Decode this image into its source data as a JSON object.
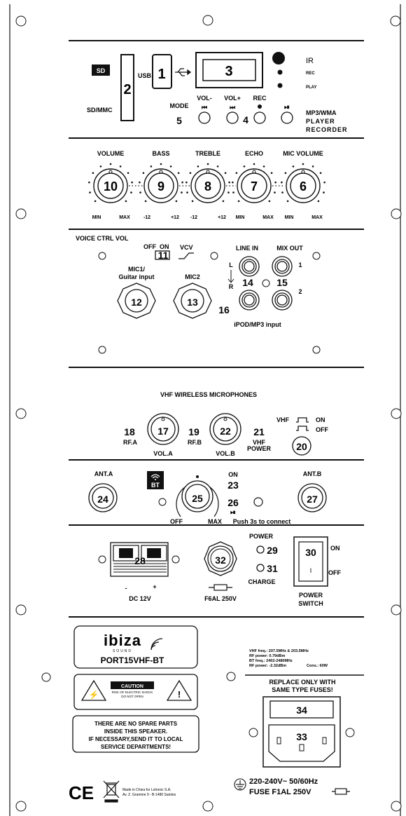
{
  "media": {
    "sd_badge": "SD",
    "sd_label": "SD/MMC",
    "usb_label": "USB",
    "slot_num": "2",
    "usb_num": "1",
    "display_num": "3",
    "ir_label": "IR",
    "rec_label": "REC",
    "play_label": "PLAY",
    "mode_label": "MODE",
    "mode_num": "5",
    "vol_minus": "VOL-",
    "vol_plus": "VOL+",
    "rec_btn_label": "REC",
    "buttons_num": "4",
    "player_title_1": "MP3/WMA",
    "player_title_2": "PLAYER",
    "player_title_3": "RECORDER"
  },
  "knobs": [
    {
      "name": "VOLUME",
      "num": "10",
      "min": "MIN",
      "max": "MAX"
    },
    {
      "name": "BASS",
      "num": "9",
      "min": "-12",
      "max": "+12"
    },
    {
      "name": "TREBLE",
      "num": "8",
      "min": "-12",
      "max": "+12"
    },
    {
      "name": "ECHO",
      "num": "7",
      "min": "MIN",
      "max": "MAX"
    },
    {
      "name": "MIC VOLUME",
      "num": "6",
      "min": "MIN",
      "max": "MAX"
    }
  ],
  "inputs": {
    "voice_ctrl": "VOICE CTRL VOL",
    "off": "OFF",
    "on": "ON",
    "vcv": "VCV",
    "switch_num": "11",
    "mic1_label_1": "MIC1/",
    "mic1_label_2": "Guitar input",
    "mic1_num": "12",
    "mic2_label": "MIC2",
    "mic2_num": "13",
    "line_in": "LINE IN",
    "mix_out": "MIX OUT",
    "l": "L",
    "r": "R",
    "one": "1",
    "two": "2",
    "line_num": "14",
    "mix_num": "15",
    "ipod_num": "16",
    "ipod_label": "iPOD/MP3 input"
  },
  "wireless": {
    "title": "VHF WIRELESS MICROPHONES",
    "rfa_num": "18",
    "rfa": "RF.A",
    "vola_num": "17",
    "vola": "VOL.A",
    "rfb_num": "19",
    "rfb": "RF.B",
    "volb_num": "22",
    "volb": "VOL.B",
    "power_num": "21",
    "vhf_power_1": "VHF",
    "vhf_power_2": "POWER",
    "vhf": "VHF",
    "on": "ON",
    "off": "OFF",
    "switch_num": "20"
  },
  "bt": {
    "anta": "ANT.A",
    "anta_num": "24",
    "badge": "BT",
    "knob_num": "25",
    "on": "ON",
    "on_num": "23",
    "play_num": "26",
    "off": "OFF",
    "max": "MAX",
    "push": "Push 3s to connect",
    "antb": "ANT.B",
    "antb_num": "27"
  },
  "power": {
    "dc_num": "28",
    "minus": "-",
    "plus": "+",
    "dc": "DC 12V",
    "fuse_num": "32",
    "fuse": "F6AL 250V",
    "power": "POWER",
    "power_num": "29",
    "charge_num": "31",
    "charge": "CHARGE",
    "switch_num": "30",
    "on": "ON",
    "off": "OFF",
    "switch_label_1": "POWER",
    "switch_label_2": "SWITCH",
    "switch_mark": "I"
  },
  "label_area": {
    "brand": "ibiza",
    "sound": "SOUND",
    "model": "PORT15VHF-BT",
    "caution": "CAUTION",
    "caution_sub_1": "RISK OF ELECTRIC SHOCK",
    "caution_sub_2": "DO NOT OPEN",
    "spare_1": "THERE ARE NO SPARE PARTS",
    "spare_2": "INSIDE THIS SPEAKER.",
    "spare_3": "IF NECESSARY,SEND IT TO LOCAL",
    "spare_4": "SERVICE DEPARTMENTS!",
    "spec_1": "VHF freq.: 207.5MHz & 203.5MHz",
    "spec_2": "RF power: 0.79dBm",
    "spec_3": "BT freq.: 2402-2480MHz",
    "spec_4": "RF power: -2.32dBm",
    "spec_cons": "Cons.: 60W",
    "replace_1": "REPLACE ONLY WITH",
    "replace_2": "SAME TYPE FUSES!",
    "fuse_box_num": "34",
    "inlet_num": "33",
    "mains": "220-240V~ 50/60Hz",
    "mains_fuse": "FUSE F1AL 250V",
    "ce": "CE",
    "made_1": "Made in China for Lotronic S.A.",
    "made_2": "Av. Z. Gramme 9 - B-1480 Saintes"
  }
}
